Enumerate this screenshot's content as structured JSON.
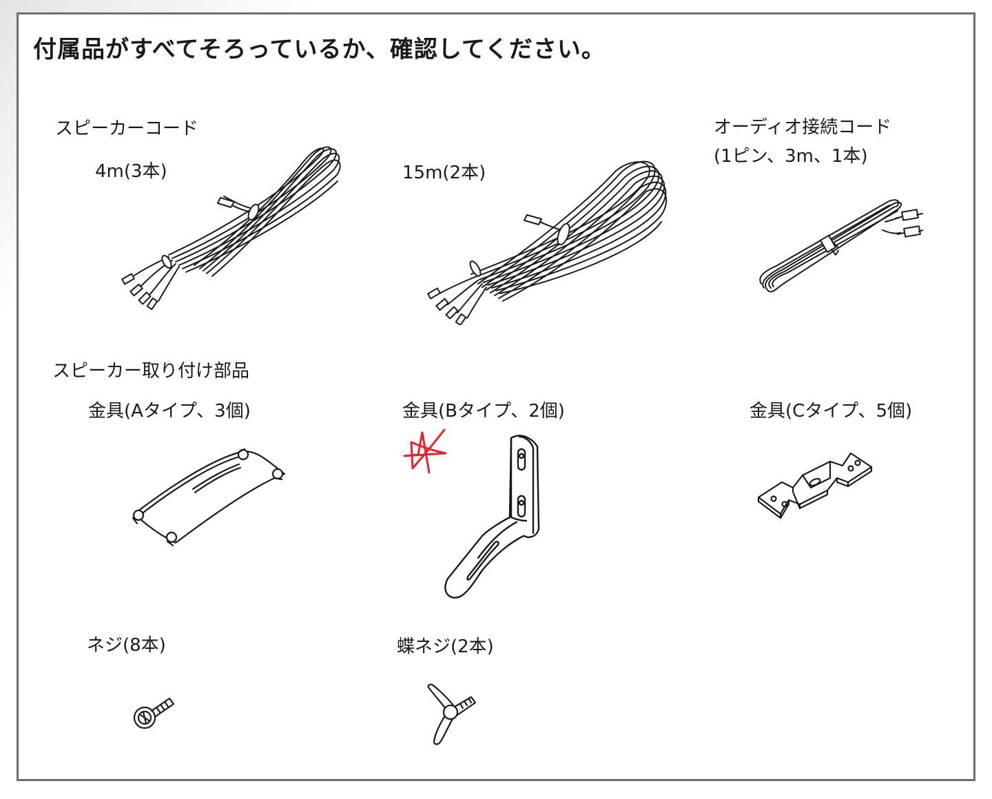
{
  "title": "付属品がすべてそろっているか、確認してください。",
  "speaker_cord": {
    "heading": "スピーカーコード",
    "item_4m": "4m(3本)",
    "item_15m": "15m(2本)"
  },
  "audio_cord": {
    "heading": "オーディオ接続コード",
    "detail": "(1ピン、3m、1本)"
  },
  "mount_parts": {
    "heading": "スピーカー取り付け部品",
    "bracket_a": "金具(Aタイプ、3個)",
    "bracket_b": "金具(Bタイプ、2個)",
    "bracket_c": "金具(Cタイプ、5個)",
    "screw": "ネジ(8本)",
    "wing_screw": "蝶ネジ(2本)"
  },
  "icons": [
    "speaker-cord-4m-icon",
    "speaker-cord-15m-icon",
    "audio-cord-icon",
    "bracket-a-icon",
    "bracket-b-icon",
    "bracket-c-icon",
    "screw-icon",
    "wing-screw-icon",
    "star-mark-icon"
  ],
  "colors": {
    "line": "#1a1a1a",
    "frame": "#6e6e6e",
    "star": "#e8202a"
  }
}
